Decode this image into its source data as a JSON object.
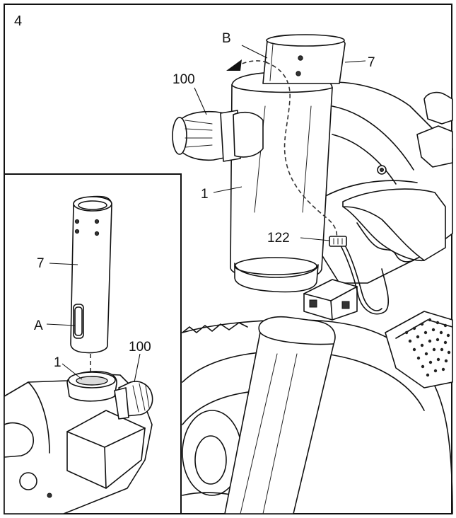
{
  "step_number": "4",
  "callouts": {
    "main": {
      "label_b": "B",
      "label_7": "7",
      "label_100": "100",
      "label_1": "1",
      "label_122": "122"
    },
    "inset": {
      "label_7": "7",
      "label_a": "A",
      "label_1": "1",
      "label_100": "100"
    }
  }
}
